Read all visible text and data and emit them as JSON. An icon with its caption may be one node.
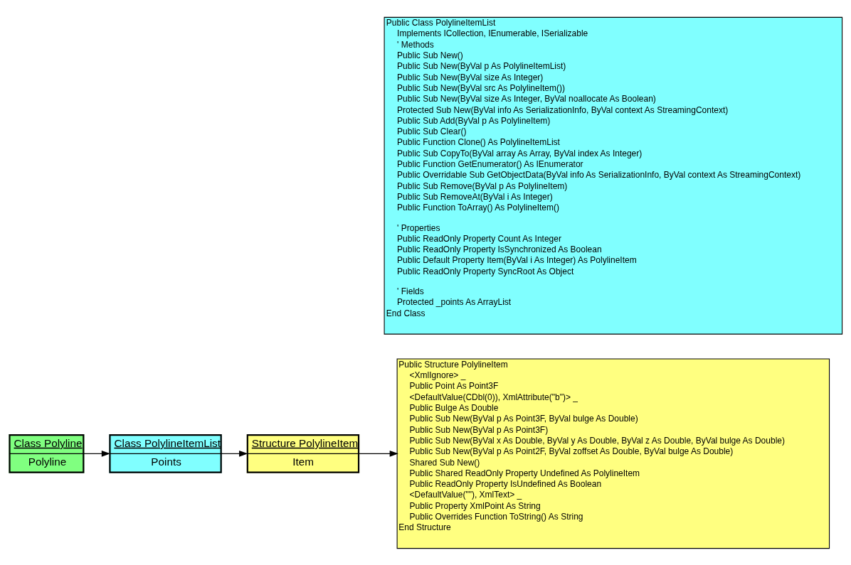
{
  "diagram": {
    "nodes": [
      {
        "text": [
          "Class Polyline",
          "Polyline"
        ]
      },
      {
        "text": [
          "Class PolylineItemList",
          "Points"
        ]
      },
      {
        "text": [
          "Structure PolylineItem",
          "Item"
        ]
      },
      {
        "text": [
          "Public Structure PolylineItem",
          "<XmlIgnore> _",
          "Public Point As Point3F",
          "<DefaultValue(CDbl(0)), XmlAttribute(\"b\")> _",
          "Public Bulge As Double",
          "Public Sub New(ByVal p As Point3F, ByVal bulge As Double)",
          "Public Sub New(ByVal p As Point3F)",
          "Public Sub New(ByVal x As Double, ByVal y As Double, ByVal z As Double, ByVal bulge As Double)",
          "Public Sub New(ByVal p As Point2F, ByVal zoffset As Double, ByVal bulge As Double)",
          "Shared Sub New()",
          "Public Shared ReadOnly Property Undefined As PolylineItem",
          "Public ReadOnly Property IsUndefined As Boolean",
          "<DefaultValue(\"\"), XmlText> _",
          "Public Property XmlPoint As String",
          "Public Overrides Function ToString() As String",
          "End Structure"
        ]
      },
      {
        "text": [
          "Public Class PolylineItemList",
          "Implements ICollection, IEnumerable, ISerializable",
          "' Methods",
          "Public Sub New()",
          "Public Sub New(ByVal p As PolylineItemList)",
          "Public Sub New(ByVal size As Integer)",
          "Public Sub New(ByVal src As PolylineItem())",
          "Public Sub New(ByVal size As Integer, ByVal noallocate As Boolean)",
          "Protected Sub New(ByVal info As SerializationInfo, ByVal context As StreamingContext)",
          "Public Sub Add(ByVal p As PolylineItem)",
          "Public Sub Clear()",
          "Public Function Clone() As PolylineItemList",
          "Public Sub CopyTo(ByVal array As Array, ByVal index As Integer)",
          "Public Function GetEnumerator() As IEnumerator",
          "Public Overridable Sub GetObjectData(ByVal info As SerializationInfo, ByVal context As StreamingContext)",
          "Public Sub Remove(ByVal p As PolylineItem)",
          "Public Sub RemoveAt(ByVal i As Integer)",
          "Public Function ToArray() As PolylineItem()",
          "' Properties",
          "Public ReadOnly Property Count As Integer",
          "Public ReadOnly Property IsSynchronized As Boolean",
          "Public Default Property Item(ByVal i As Integer) As PolylineItem",
          "Public ReadOnly Property SyncRoot As Object",
          "' Fields",
          "Protected _points As ArrayList",
          "End Class"
        ]
      }
    ],
    "edges": [
      {
        "from": 0,
        "to": 1,
        "arrow": "to"
      },
      {
        "from": 1,
        "to": 2,
        "arrow": "to"
      },
      {
        "from": 2,
        "to": 3,
        "arrow": "to"
      }
    ]
  }
}
